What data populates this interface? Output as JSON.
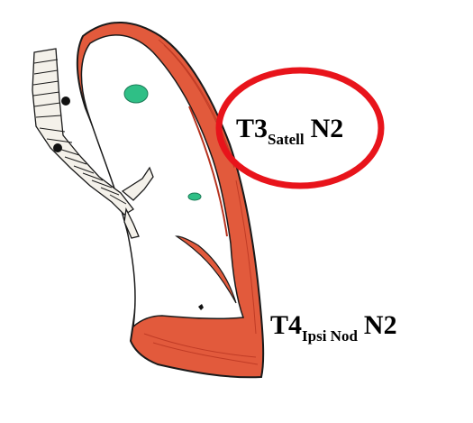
{
  "labels": {
    "upper": {
      "stage": "T3",
      "subscript": "Satell",
      "node": "N2"
    },
    "lower": {
      "stage": "T4",
      "subscript": "Ipsi Nod",
      "node": "N2"
    }
  },
  "colors": {
    "highlight_circle": "#e8141b",
    "pleura_fill": "#e25a3c",
    "pleura_shade": "#b83420",
    "nodule_green": "#2fbf86",
    "lymph_node": "#111111",
    "outline": "#1a1a1a"
  },
  "icon_names": [
    "bronchus",
    "lymph-node",
    "nodule",
    "highlight-circle"
  ]
}
